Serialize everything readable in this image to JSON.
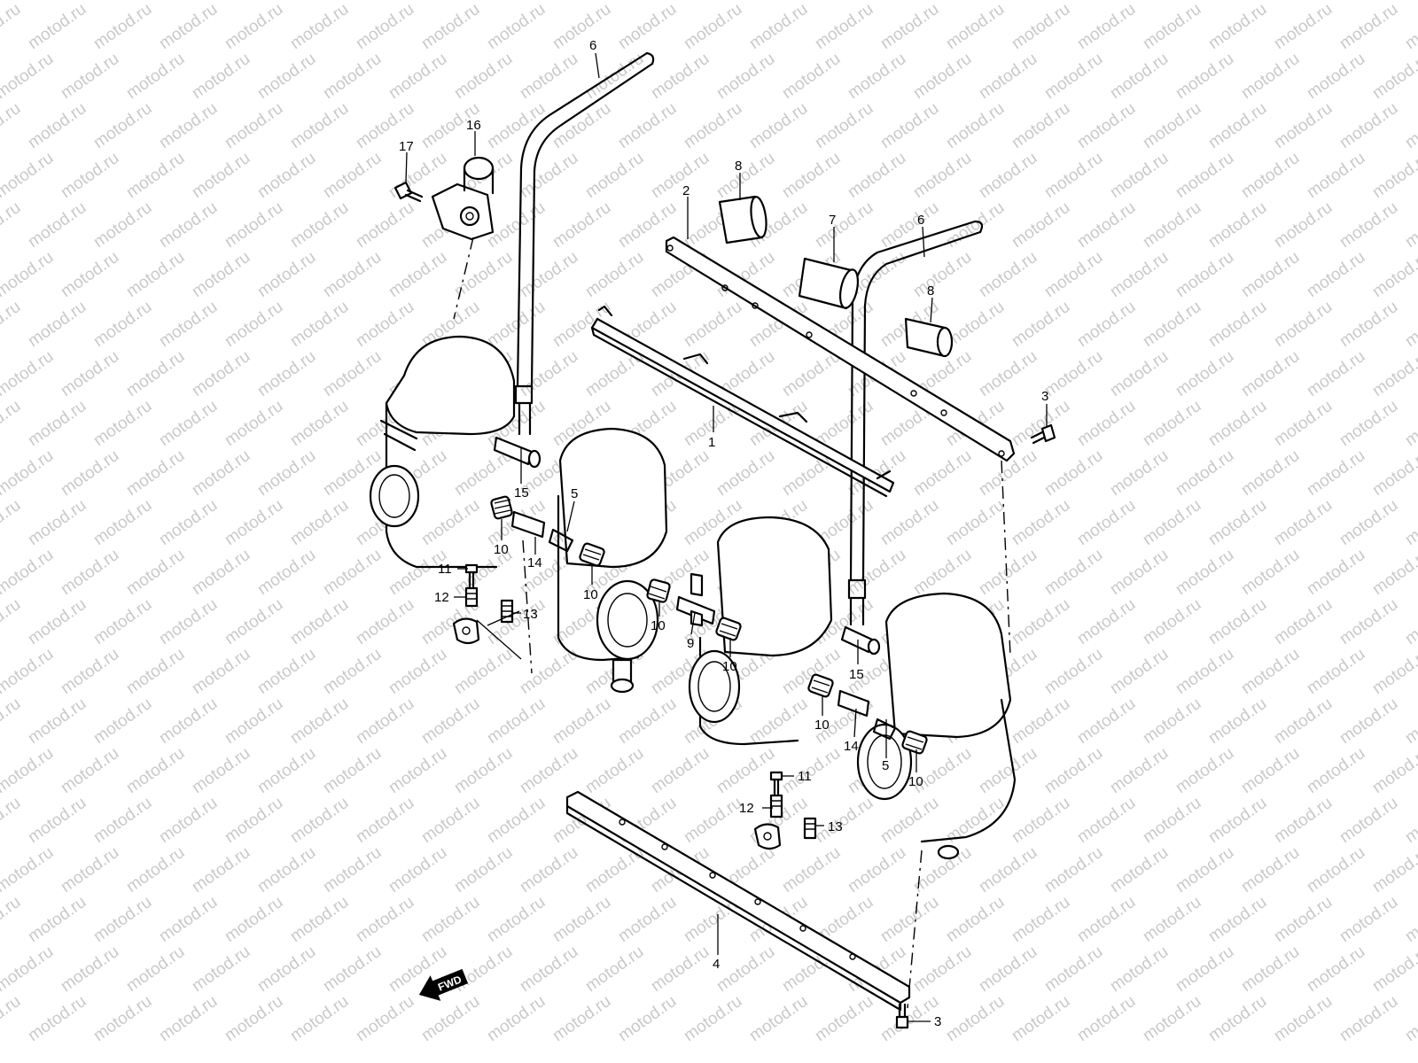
{
  "watermark": {
    "text": "motod.ru"
  },
  "fwd_arrow": {
    "label": "FWD"
  },
  "callouts": [
    {
      "id": "c6a",
      "label": "6"
    },
    {
      "id": "c16",
      "label": "16"
    },
    {
      "id": "c17",
      "label": "17"
    },
    {
      "id": "c8a",
      "label": "8"
    },
    {
      "id": "c2",
      "label": "2"
    },
    {
      "id": "c7",
      "label": "7"
    },
    {
      "id": "c6b",
      "label": "6"
    },
    {
      "id": "c8b",
      "label": "8"
    },
    {
      "id": "c3a",
      "label": "3"
    },
    {
      "id": "c1",
      "label": "1"
    },
    {
      "id": "c15a",
      "label": "15"
    },
    {
      "id": "c5a",
      "label": "5"
    },
    {
      "id": "c10a",
      "label": "10"
    },
    {
      "id": "c14a",
      "label": "14"
    },
    {
      "id": "c10b",
      "label": "10"
    },
    {
      "id": "c11a",
      "label": "11"
    },
    {
      "id": "c12a",
      "label": "12"
    },
    {
      "id": "c13a",
      "label": "13"
    },
    {
      "id": "c10c",
      "label": "10"
    },
    {
      "id": "c9",
      "label": "9"
    },
    {
      "id": "c10d",
      "label": "10"
    },
    {
      "id": "c15b",
      "label": "15"
    },
    {
      "id": "c10e",
      "label": "10"
    },
    {
      "id": "c14b",
      "label": "14"
    },
    {
      "id": "c5b",
      "label": "5"
    },
    {
      "id": "c10f",
      "label": "10"
    },
    {
      "id": "c11b",
      "label": "11"
    },
    {
      "id": "c12b",
      "label": "12"
    },
    {
      "id": "c13b",
      "label": "13"
    },
    {
      "id": "c4",
      "label": "4"
    },
    {
      "id": "c3b",
      "label": "3"
    }
  ]
}
